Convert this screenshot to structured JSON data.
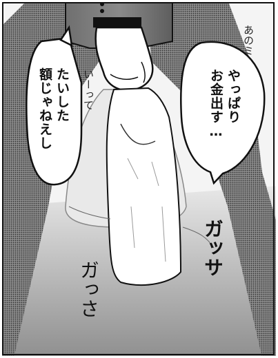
{
  "bubble_right": {
    "line1": "やっぱり",
    "line2": "お金出す…"
  },
  "bubble_left": {
    "line1": "たいした",
    "line2": "額じゃねえし"
  },
  "handwritten_top": "あのミ",
  "handwritten_side": "いーって",
  "sfx_right": "ガッサ",
  "sfx_left": "ガっさ",
  "colors": {
    "ink": "#111111",
    "paper": "#ffffff",
    "tone_dark": "#6b6b6b",
    "tone_mid": "#a9a9a9",
    "tone_light": "#d6d6d6"
  }
}
